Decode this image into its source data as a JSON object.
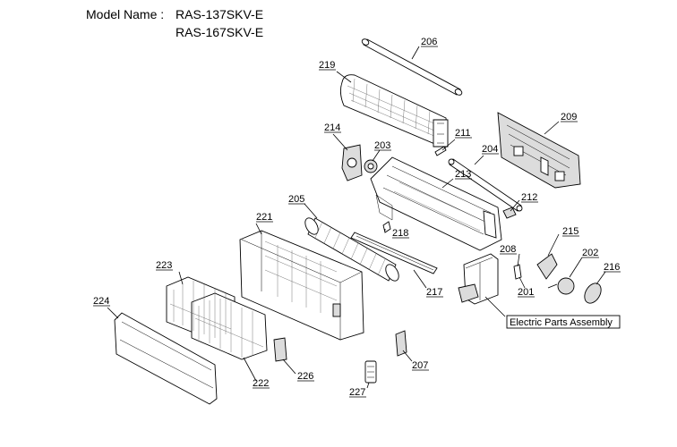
{
  "header": {
    "model_label": "Model Name :",
    "model_1": "RAS-137SKV-E",
    "model_2": "RAS-167SKV-E"
  },
  "parts": {
    "p201": "201",
    "p202": "202",
    "p203": "203",
    "p204": "204",
    "p205": "205",
    "p206": "206",
    "p207": "207",
    "p208": "208",
    "p209": "209",
    "p211": "211",
    "p212": "212",
    "p213": "213",
    "p214": "214",
    "p215": "215",
    "p216": "216",
    "p217": "217",
    "p218": "218",
    "p219": "219",
    "p221": "221",
    "p222": "222",
    "p223": "223",
    "p224": "224",
    "p226": "226",
    "p227": "227"
  },
  "assembly_label": "Electric Parts Assembly"
}
